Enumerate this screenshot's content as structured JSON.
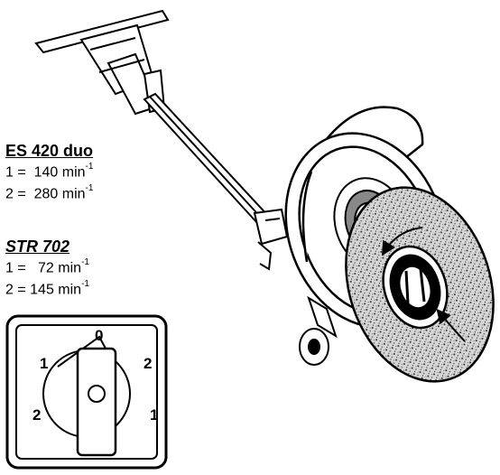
{
  "specs": [
    {
      "model": "ES 420 duo",
      "rows": [
        {
          "pos": "1",
          "value": "140",
          "unit": "min",
          "exp": "-1"
        },
        {
          "pos": "2",
          "value": "280",
          "unit": "min",
          "exp": "-1"
        }
      ]
    },
    {
      "model": "STR 702",
      "rows": [
        {
          "pos": "1",
          "value": "72",
          "unit": "min",
          "exp": "-1"
        },
        {
          "pos": "2",
          "value": "145",
          "unit": "min",
          "exp": "-1"
        }
      ]
    }
  ],
  "switch": {
    "labels": {
      "off": "0",
      "upper_left": "1",
      "upper_right": "2",
      "lower_left": "2",
      "lower_right": "1"
    }
  },
  "colors": {
    "ink": "#000000",
    "paper": "#ffffff",
    "stone": "#bdbdbd"
  }
}
